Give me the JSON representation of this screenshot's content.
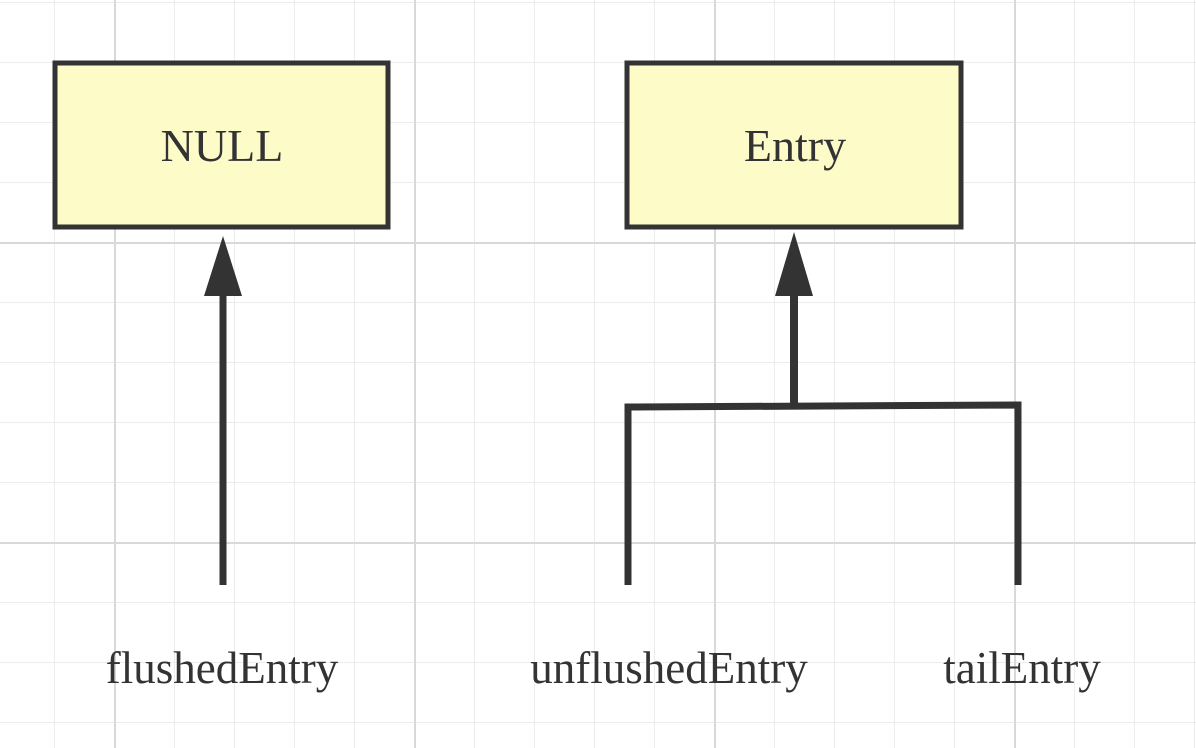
{
  "diagram": {
    "nodes": {
      "null_box": {
        "label": "NULL"
      },
      "entry_box": {
        "label": "Entry"
      }
    },
    "pointers": {
      "flushed": {
        "label": "flushedEntry"
      },
      "unflushed": {
        "label": "unflushedEntry"
      },
      "tail": {
        "label": "tailEntry"
      }
    }
  },
  "colors": {
    "node_fill": "#fdfbc7",
    "stroke": "#333333",
    "grid_minor": "#ececec",
    "grid_major": "#d9d9d9"
  }
}
